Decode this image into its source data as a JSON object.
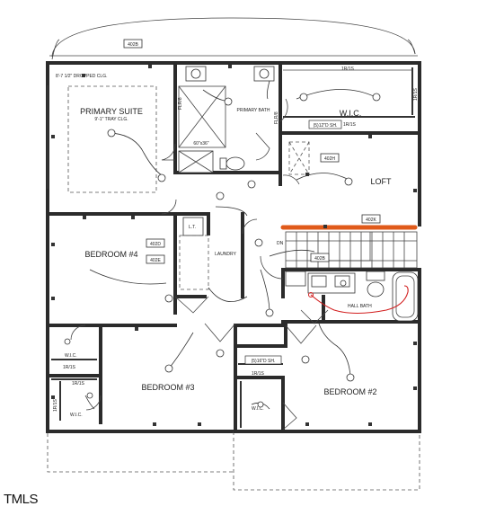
{
  "rooms": {
    "primary_suite": "PRIMARY SUITE",
    "tray_clg": "9'-1\" TRAY CLG.",
    "dropped_clg": "8'-7 1/2\" DROPPED CLG.",
    "primary_bath": "PRIMARY BATH",
    "wic_main": "W.I.C.",
    "loft": "LOFT",
    "bedroom4": "BEDROOM #4",
    "laundry": "LAUNDRY",
    "hall_bath": "HALL BATH",
    "bedroom3": "BEDROOM #3",
    "bedroom2": "BEDROOM #2",
    "wic_left": "W.I.C.",
    "wic_bed3": "W.I.C.",
    "wic_bed2": "W.I.C."
  },
  "notes": {
    "shower_size": "60\"x36\"",
    "flr_left": "FLR/8",
    "flr_right": "FLR/8",
    "rs_top": "1R/1S",
    "rs_wic": "1R/1S",
    "rs_wic_vert": "1R/1S",
    "sh_12": "(5)12\"D SH.",
    "rs_left_wic": "1R/1S",
    "rs_bed3_wic": "1R/1S",
    "rs_bed3_vert": "1R/1S",
    "rs_bed2": "1R/1S",
    "sh_16": "(5)16\"D SH.",
    "up_dn": "DN",
    "lt": "L.T."
  },
  "tags": {
    "t402b_top": "402B",
    "t402h": "402H",
    "t402k": "402K",
    "t402b_stair": "402B",
    "t402d": "402D",
    "t402e": "402E"
  },
  "watermark": "TMLS"
}
